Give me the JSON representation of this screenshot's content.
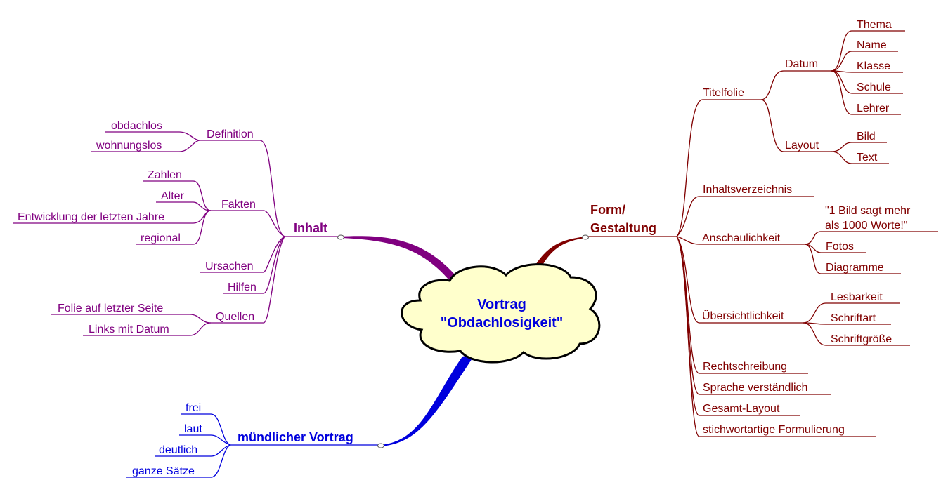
{
  "colors": {
    "inhalt": "#800080",
    "vortrag": "#0000dd",
    "form": "#800000",
    "cloud_fill": "#ffffcc",
    "center_text": "#0000dd"
  },
  "center": {
    "line1": "Vortrag",
    "line2": "\"Obdachlosigkeit\""
  },
  "inhalt": {
    "label": "Inhalt",
    "definition": {
      "label": "Definition",
      "items": [
        "obdachlos",
        "wohnungslos"
      ]
    },
    "fakten": {
      "label": "Fakten",
      "items": [
        "Zahlen",
        "Alter",
        "Entwicklung der letzten Jahre",
        "regional"
      ]
    },
    "ursachen": "Ursachen",
    "hilfen": "Hilfen",
    "quellen": {
      "label": "Quellen",
      "items": [
        "Folie auf letzter Seite",
        "Links mit Datum"
      ]
    }
  },
  "vortrag": {
    "label": "mündlicher Vortrag",
    "items": [
      "frei",
      "laut",
      "deutlich",
      "ganze Sätze"
    ]
  },
  "form": {
    "label_line1": "Form/",
    "label_line2": "Gestaltung",
    "titelfolie": {
      "label": "Titelfolie",
      "datum": {
        "label": "Datum",
        "items": [
          "Thema",
          "Name",
          "Klasse",
          "Schule",
          "Lehrer"
        ]
      },
      "layout": {
        "label": "Layout",
        "items": [
          "Bild",
          "Text"
        ]
      }
    },
    "inhaltsverzeichnis": "Inhaltsverzeichnis",
    "anschaulichkeit": {
      "label": "Anschaulichkeit",
      "quote_line1": "\"1 Bild sagt mehr",
      "quote_line2": "als 1000 Worte!\"",
      "items": [
        "Fotos",
        "Diagramme"
      ]
    },
    "uebersichtlichkeit": {
      "label": "Übersichtlichkeit",
      "items": [
        "Lesbarkeit",
        "Schriftart",
        "Schriftgröße"
      ]
    },
    "rechtschreibung": "Rechtschreibung",
    "sprache": "Sprache verständlich",
    "gesamtlayout": "Gesamt-Layout",
    "stichwort": "stichwortartige Formulierung"
  }
}
